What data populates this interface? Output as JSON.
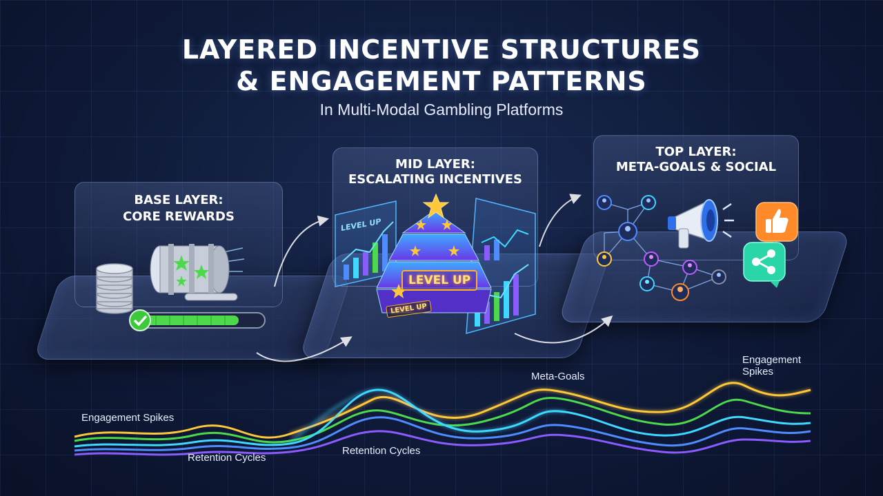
{
  "title": {
    "line1": "LAYERED INCENTIVE STRUCTURES",
    "line2": "& ENGAGEMENT PATTERNS",
    "subtitle": "In Multi-Modal Gambling Platforms"
  },
  "layers": {
    "base": {
      "line1": "BASE LAYER:",
      "line2": "CORE REWARDS",
      "progress": 0.8
    },
    "mid": {
      "line1": "MID LAYER:",
      "line2": "ESCALATING INCENTIVES",
      "badge_main": "LEVEL UP",
      "badge_small": "LEVEL UP",
      "panel_label": "LEVEL UP"
    },
    "top": {
      "line1": "TOP LAYER:",
      "line2": "META-GOALS & SOCIAL"
    }
  },
  "wave_labels": {
    "engagement_spikes_left": "Engagement Spikes",
    "retention_cycles_left": "Retention Cycles",
    "retention_cycles_mid": "Retention Cycles",
    "meta_goals": "Meta-Goals",
    "engagement_spikes_right_1": "Engagement",
    "engagement_spikes_right_2": "Spikes"
  },
  "colors": {
    "background": "#0f1a38",
    "accent_blue": "#4f8cff",
    "accent_green": "#4cd94c",
    "accent_yellow": "#ffc83a",
    "accent_purple": "#8a5cff",
    "accent_cyan": "#3fd8ff",
    "accent_orange": "#ff8a2a"
  },
  "icons": [
    "coin-stack-icon",
    "slot-reel-icon",
    "check-icon",
    "star-icon",
    "pyramid-icon",
    "bar-chart-icon",
    "user-network-icon",
    "megaphone-icon",
    "thumbs-up-icon",
    "share-icon"
  ]
}
